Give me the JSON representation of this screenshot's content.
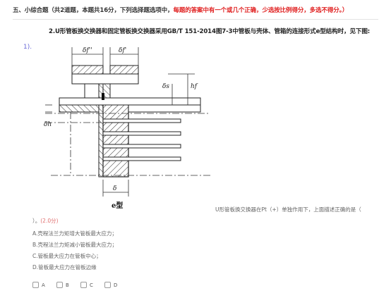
{
  "section": {
    "title": "五、小综合题（共2道题，本题共16分，下列选择题选项中，",
    "warning": "每题的答案中有一个或几个正确，少选按比例得分，多选不得分。）"
  },
  "question": {
    "title": "2.U形管板换交换器和固定管板换交换器采用GB/T 151-2014图7-3中管板与壳体、管箱的连接形式e型结构时，见下图:",
    "sub_number": "1).",
    "text_side": "U形管板换交换器在Pt（+）单独作用下，上面描述正确的是（",
    "text_cont": "）。",
    "score": "(2.0分)",
    "options": [
      "A.壳程法兰力矩增大管板最大应力；",
      "B.壳程法兰力矩减小管板最大应力；",
      "C.管板最大应力在管板中心；",
      "D.管板最大应力在管板边缘"
    ],
    "choices": [
      "A",
      "B",
      "C",
      "D"
    ]
  },
  "figure": {
    "label_top_left": "δf''",
    "label_top_right": "δf'",
    "label_s": "δs",
    "label_h": "hf",
    "label_left": "δh",
    "label_bottom": "δ",
    "caption": "e型"
  }
}
